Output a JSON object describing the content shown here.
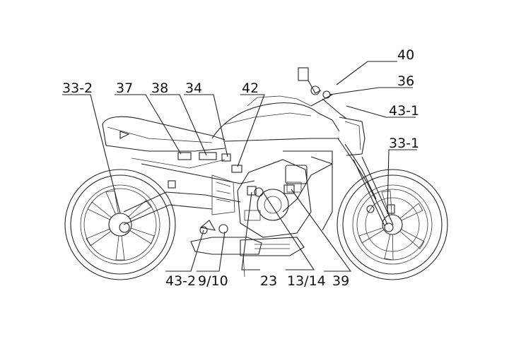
{
  "labels": {
    "l40": "40",
    "l36": "36",
    "l43_1": "43-1",
    "l33_1": "33-1",
    "l33_2": "33-2",
    "l37": "37",
    "l38": "38",
    "l34": "34",
    "l42": "42",
    "l43_2": "43-2",
    "l9_10": "9/10",
    "l23": "23",
    "l13_14": "13/14",
    "l39": "39"
  }
}
